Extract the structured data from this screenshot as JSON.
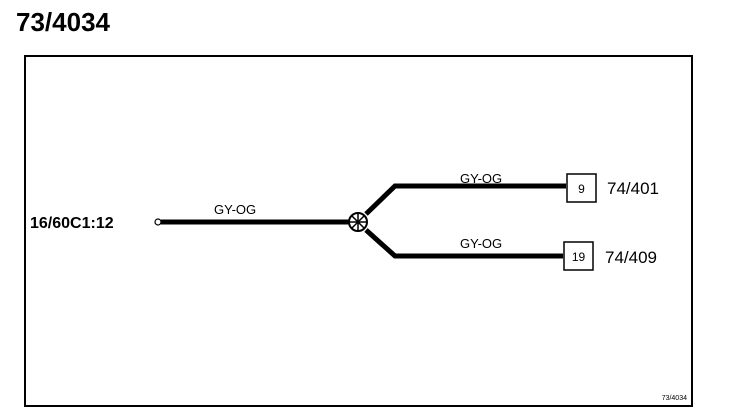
{
  "title": "73/4034",
  "source": {
    "label": "16/60C1:12",
    "wire_color": "GY-OG"
  },
  "branches": [
    {
      "wire_color": "GY-OG",
      "pin": "9",
      "connector": "74/401"
    },
    {
      "wire_color": "GY-OG",
      "pin": "19",
      "connector": "74/409"
    }
  ],
  "footer_ref": "73/4034",
  "colors": {
    "line": "#000000",
    "background": "#ffffff"
  }
}
